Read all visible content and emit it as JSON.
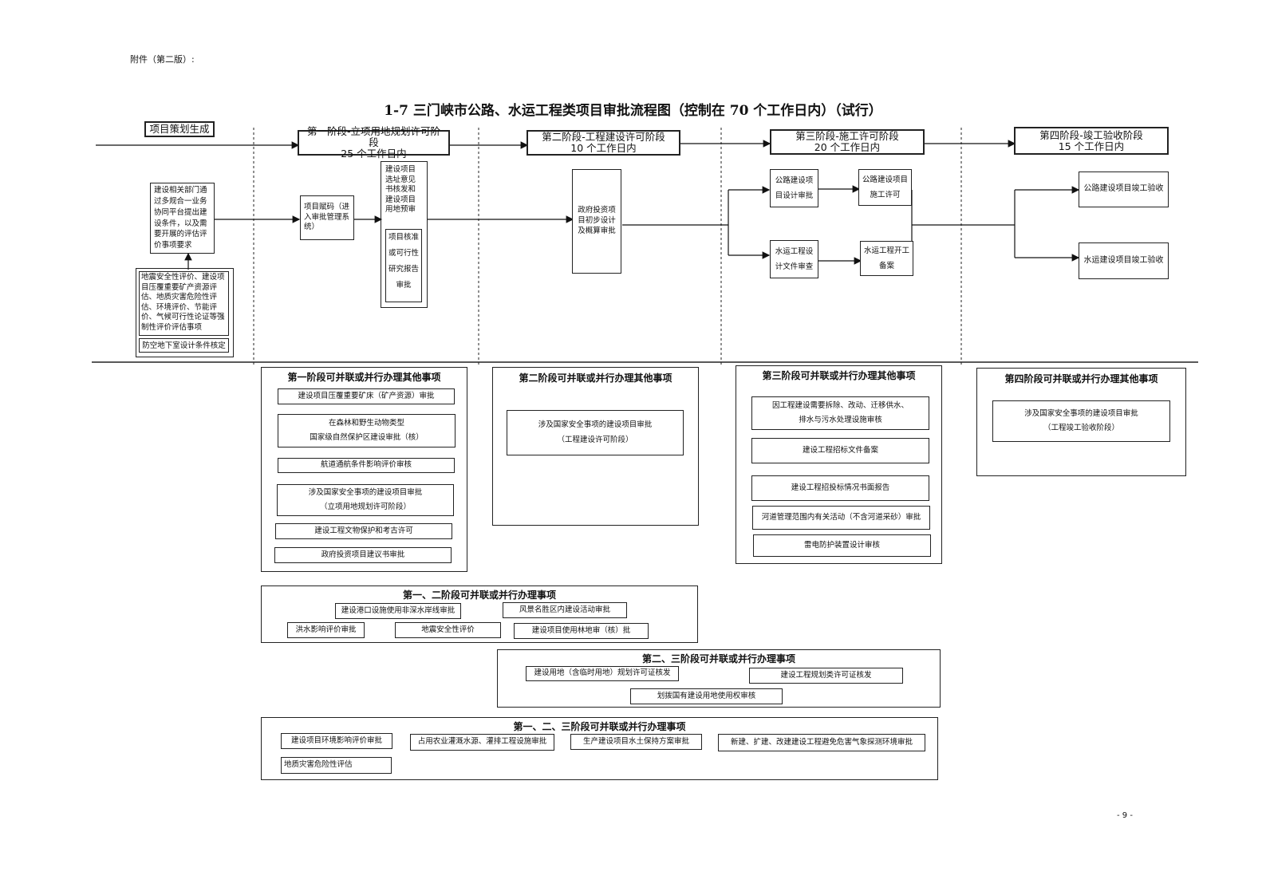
{
  "header": {
    "attachment": "附件（第二版）:",
    "title": "1-7 三门峡市公路、水运工程类项目审批流程图（控制在 70 个工作日内）（试行）"
  },
  "stages": [
    {
      "label": "项目策划生成"
    },
    {
      "label": "第一阶段-立项用地规划许可阶段",
      "days": "25 个工作日内"
    },
    {
      "label": "第二阶段-工程建设许可阶段",
      "days": "10 个工作日内"
    },
    {
      "label": "第三阶段-施工许可阶段",
      "days": "20 个工作日内"
    },
    {
      "label": "第四阶段-竣工验收阶段",
      "days": "15 个工作日内"
    }
  ],
  "flow": {
    "planning": "建设相关部门通过多规合一业务协同平台提出建设条件，以及需要开展的评估评价事项要求",
    "evaluations": "地震安全性评价、建设项目压覆重要矿产资源评估、地质灾害危险性评估、环境评价、节能评价、气候可行性论证等强制性评价评估事项",
    "civil_air_defense": "防空地下室设计条件核定",
    "project_code": "项目赋码（进入审批管理系统）",
    "site_selection": "建设项目选址意见书核发和建设项目用地预审",
    "feasibility": "项目核准或可行性研究报告审批",
    "gov_design": "政府投资项目初步设计及概算审批",
    "road_design": "公路建设项目设计审批",
    "road_permit": "公路建设项目施工许可",
    "water_design": "水运工程设计文件审查",
    "water_filing": "水运工程开工备案",
    "road_acceptance": "公路建设项目竣工验收",
    "water_acceptance": "水运建设项目竣工验收"
  },
  "parallel": {
    "stage1": {
      "title": "第一阶段可并联或并行办理其他事项",
      "items": [
        "建设项目压覆重要矿床（矿产资源）审批",
        "在森林和野生动物类型\n国家级自然保护区建设审批（核）",
        "航道通航条件影响评价审核",
        "涉及国家安全事项的建设项目审批\n（立项用地规划许可阶段）",
        "建设工程文物保护和考古许可",
        "政府投资项目建议书审批"
      ]
    },
    "stage2": {
      "title": "第二阶段可并联或并行办理其他事项",
      "items": [
        "涉及国家安全事项的建设项目审批\n（工程建设许可阶段）"
      ]
    },
    "stage3": {
      "title": "第三阶段可并联或并行办理其他事项",
      "items": [
        "因工程建设需要拆除、改动、迁移供水、\n排水与污水处理设施审核",
        "建设工程招标文件备案",
        "建设工程招投标情况书面报告",
        "河道管理范围内有关活动（不含河道采砂）审批",
        "雷电防护装置设计审核"
      ]
    },
    "stage4": {
      "title": "第四阶段可并联或并行办理其他事项",
      "items": [
        "涉及国家安全事项的建设项目审批\n（工程竣工验收阶段）"
      ]
    },
    "stage12": {
      "title": "第一、二阶段可并联或并行办理事项",
      "items": [
        "建设港口设施使用非深水岸线审批",
        "风景名胜区内建设活动审批",
        "洪水影响评价审批",
        "地震安全性评价",
        "建设项目使用林地审（核）批"
      ]
    },
    "stage23": {
      "title": "第二、三阶段可并联或并行办理事项",
      "items": [
        "建设用地（含临时用地）规划许可证核发",
        "建设工程规划类许可证核发",
        "划拨国有建设用地使用权审核"
      ]
    },
    "stage123": {
      "title": "第一、二、三阶段可并联或并行办理事项",
      "items": [
        "建设项目环境影响评价审批",
        "占用农业灌溉水源、灌排工程设施审批",
        "生产建设项目水土保持方案审批",
        "新建、扩建、改建建设工程避免危害气象探测环境审批",
        "地质灾害危险性评估"
      ]
    }
  },
  "footer": {
    "page": "- 9 -"
  }
}
